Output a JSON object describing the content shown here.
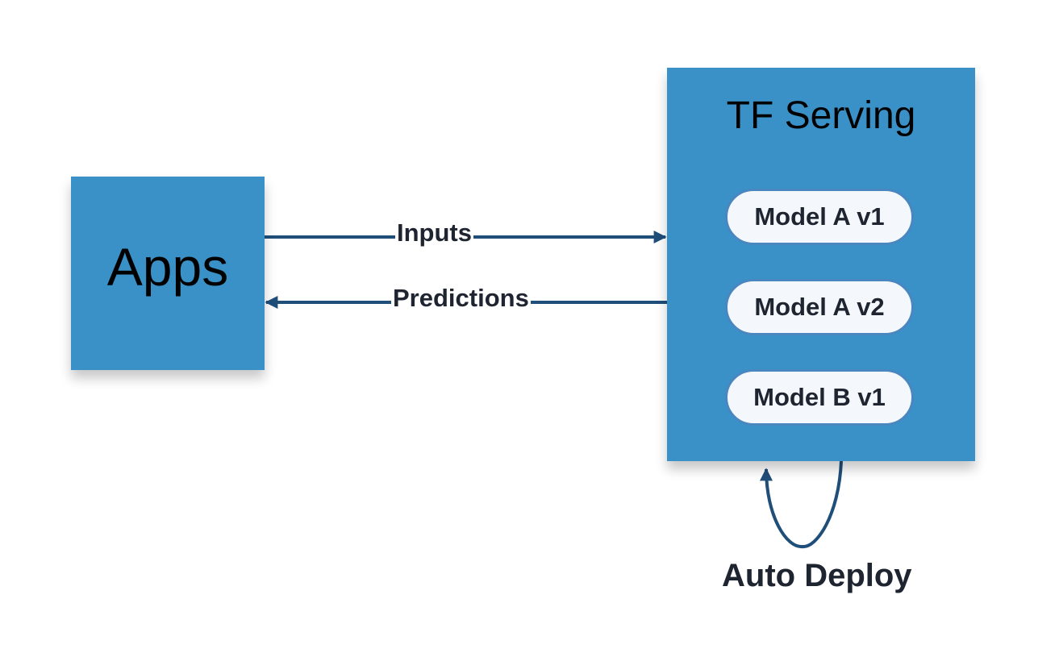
{
  "apps": {
    "label": "Apps"
  },
  "serving": {
    "title": "TF Serving",
    "models": [
      "Model A v1",
      "Model A v2",
      "Model B v1"
    ]
  },
  "edges": {
    "inputs": "Inputs",
    "predictions": "Predictions",
    "auto_deploy": "Auto Deploy"
  },
  "colors": {
    "box_fill": "#3991c7",
    "arrow": "#1f4e79",
    "pill_fill": "#f4f8fd",
    "pill_border": "#4a86bf",
    "text": "#1e2430"
  }
}
